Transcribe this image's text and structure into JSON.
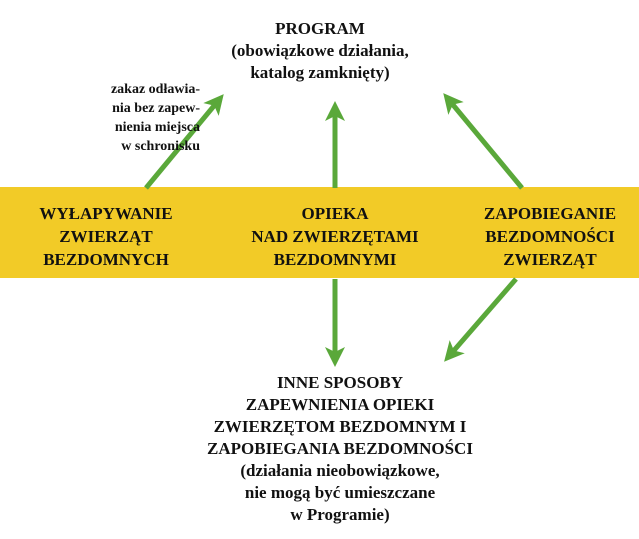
{
  "colors": {
    "band": "#f2cb27",
    "arrow": "#5aa83a",
    "text": "#111111"
  },
  "top_box": {
    "lines": [
      "PROGRAM",
      "(obowiązkowe działania,",
      "katalog zamknięty)"
    ]
  },
  "note": {
    "lines": [
      "zakaz odławia-",
      "nia bez zapew-",
      "nienia miejsca",
      "w schronisku"
    ]
  },
  "band": {
    "left": {
      "lines": [
        "WYŁAPYWANIE",
        "ZWIERZĄT",
        "BEZDOMNYCH"
      ]
    },
    "center": {
      "lines": [
        "OPIEKA",
        "NAD ZWIERZĘTAMI",
        "BEZDOMNYMI"
      ]
    },
    "right": {
      "lines": [
        "ZAPOBIEGANIE",
        "BEZDOMNOŚCI",
        "ZWIERZĄT"
      ]
    }
  },
  "bottom_box": {
    "lines": [
      "INNE SPOSOBY",
      "ZAPEWNIENIA OPIEKI",
      "ZWIERZĘTOM BEZDOMNYM I",
      "ZAPOBIEGANIA BEZDOMNOŚCI",
      "(działania nieobowiązkowe,",
      "nie mogą być umieszczane",
      "w Programie)"
    ]
  }
}
